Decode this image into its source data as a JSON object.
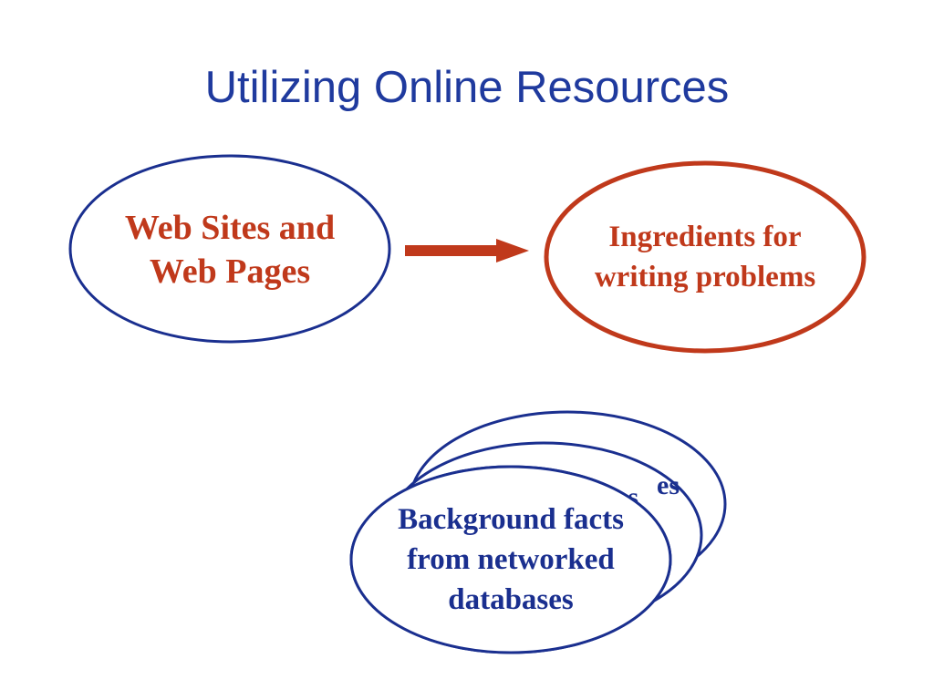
{
  "slide": {
    "title": "Utilizing Online Resources",
    "title_color": "#1F3A9E"
  },
  "colors": {
    "blue": "#1A2F8F",
    "red": "#C0391B"
  },
  "nodes": {
    "web_sites": {
      "line1": "Web Sites and",
      "line2": "Web Pages"
    },
    "ingredients": {
      "line1": "Ingredients for",
      "line2": "writing problems"
    },
    "stack_back": {
      "visible_text": "es"
    },
    "stack_middle": {
      "visible_text": "ges"
    },
    "stack_front": {
      "line1": "Background facts",
      "line2": "from networked",
      "line3": "databases"
    }
  }
}
